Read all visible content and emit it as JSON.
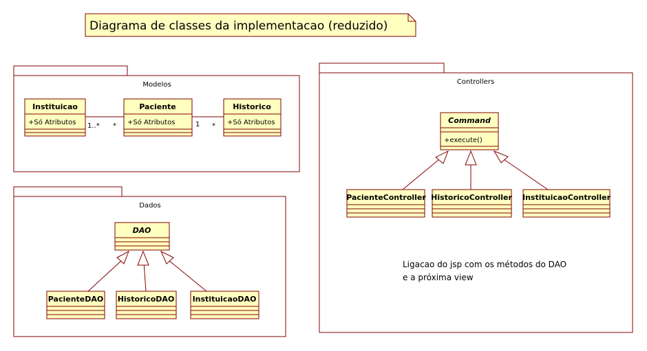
{
  "title": "Diagrama de classes da implementacao (reduzido)",
  "packages": {
    "modelos": "Modelos",
    "dados": "Dados",
    "controllers": "Controllers"
  },
  "classes": {
    "instituicao": {
      "name": "Instituicao",
      "attr": "+Só Atributos"
    },
    "paciente": {
      "name": "Paciente",
      "attr": "+Só Atributos"
    },
    "historico": {
      "name": "Historico",
      "attr": "+Só Atributos"
    },
    "dao": {
      "name": "DAO"
    },
    "paciente_dao": {
      "name": "PacienteDAO"
    },
    "historico_dao": {
      "name": "HistoricoDAO"
    },
    "instituicao_dao": {
      "name": "InstituicaoDAO"
    },
    "command": {
      "name": "Command",
      "op": "+execute()"
    },
    "paciente_controller": {
      "name": "PacienteController"
    },
    "historico_controller": {
      "name": "HistoricoController"
    },
    "instituicao_controller": {
      "name": "InstituicaoController"
    }
  },
  "multiplicities": {
    "inst_side": "1..*",
    "pac_left": "*",
    "pac_right": "1",
    "hist_side": "*"
  },
  "note": {
    "line1": "Ligacao do jsp com os métodos do DAO",
    "line2": "e a próxima view"
  }
}
